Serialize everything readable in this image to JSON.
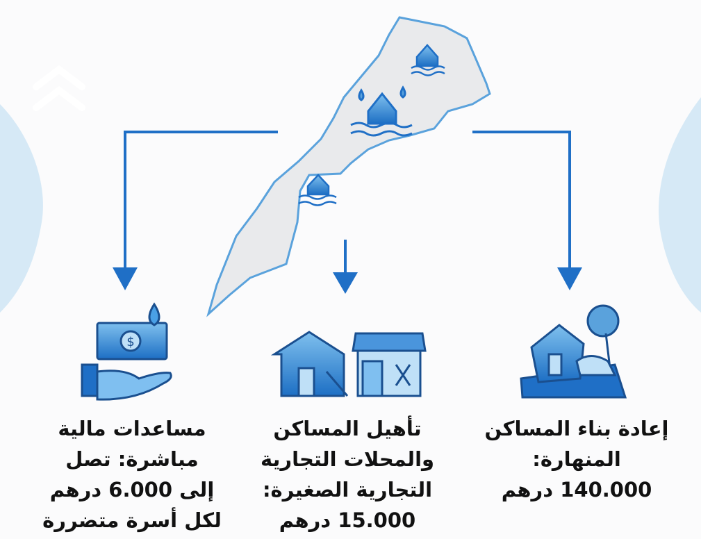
{
  "colors": {
    "accent": "#1f6fc6",
    "map_fill": "#e9eaec",
    "map_stroke": "#5aa2dc",
    "text": "#111111"
  },
  "items": [
    {
      "icon": "money-hand-icon",
      "lines": [
        "مساعدات مالية",
        "مباشرة: تصل",
        "إلى 6.000 درهم",
        "لكل أسرة متضررة"
      ]
    },
    {
      "icon": "house-shop-repair-icon",
      "lines": [
        "تأهيل المساكن",
        "والمحلات التجارية",
        "التجارية الصغيرة:",
        "15.000 درهم"
      ]
    },
    {
      "icon": "collapsed-house-icon",
      "lines": [
        "إعادة بناء المساكن",
        "المنهارة:",
        "140.000 درهم"
      ]
    }
  ]
}
